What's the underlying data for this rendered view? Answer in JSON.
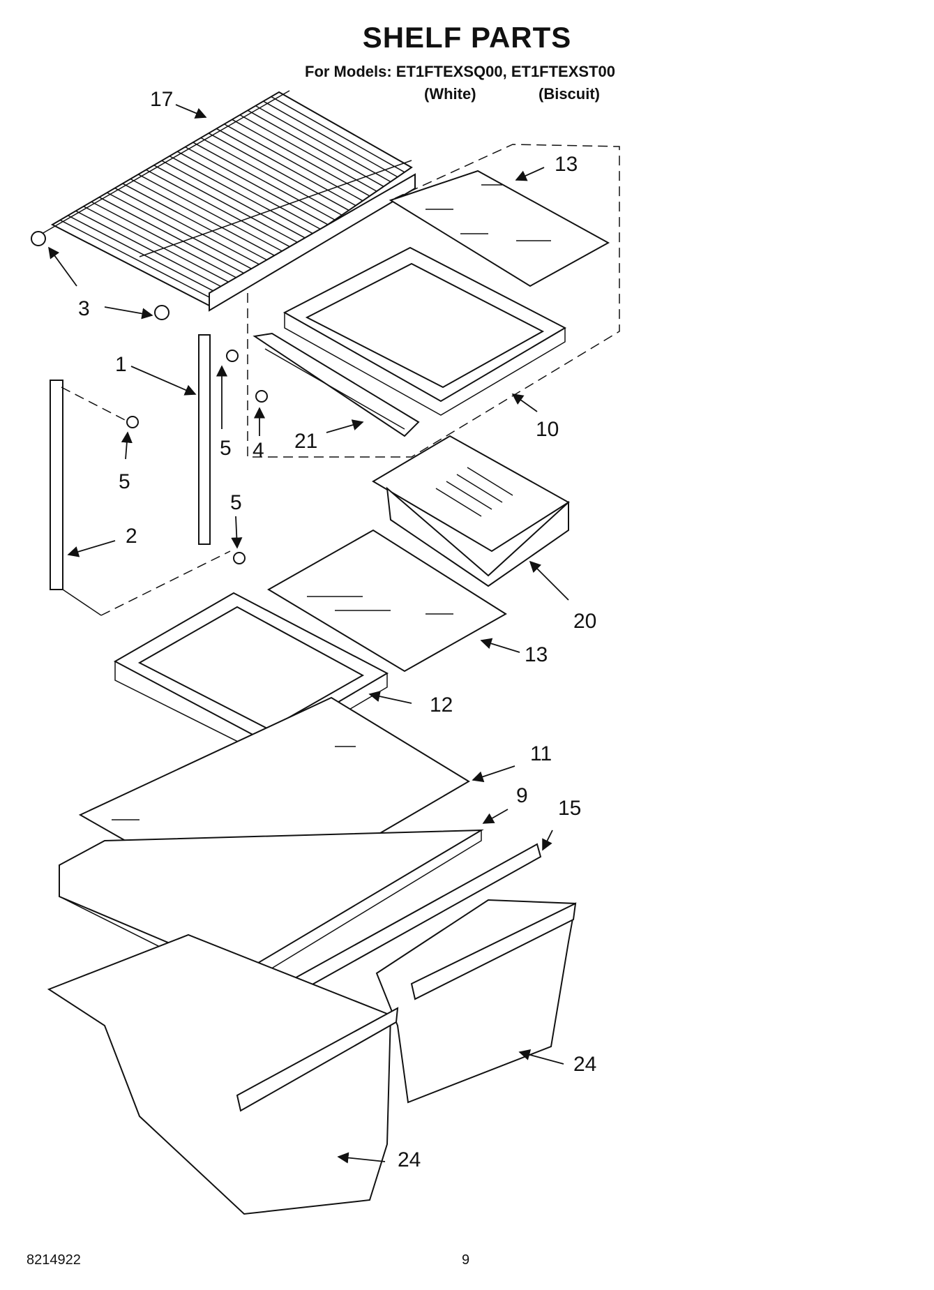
{
  "header": {
    "title": "SHELF PARTS",
    "models_line": "For Models: ET1FTEXSQ00, ET1FTEXST00",
    "color_white": "(White)",
    "color_biscuit": "(Biscuit)"
  },
  "callouts": {
    "c17": "17",
    "c13_top": "13",
    "c3": "3",
    "c1": "1",
    "c5_a": "5",
    "c4": "4",
    "c21": "21",
    "c10": "10",
    "c5_b": "5",
    "c5_c": "5",
    "c2": "2",
    "c20": "20",
    "c13_mid": "13",
    "c12": "12",
    "c11": "11",
    "c9": "9",
    "c15": "15",
    "c24_a": "24",
    "c24_b": "24"
  },
  "footer": {
    "doc_number": "8214922",
    "page_number": "9"
  }
}
